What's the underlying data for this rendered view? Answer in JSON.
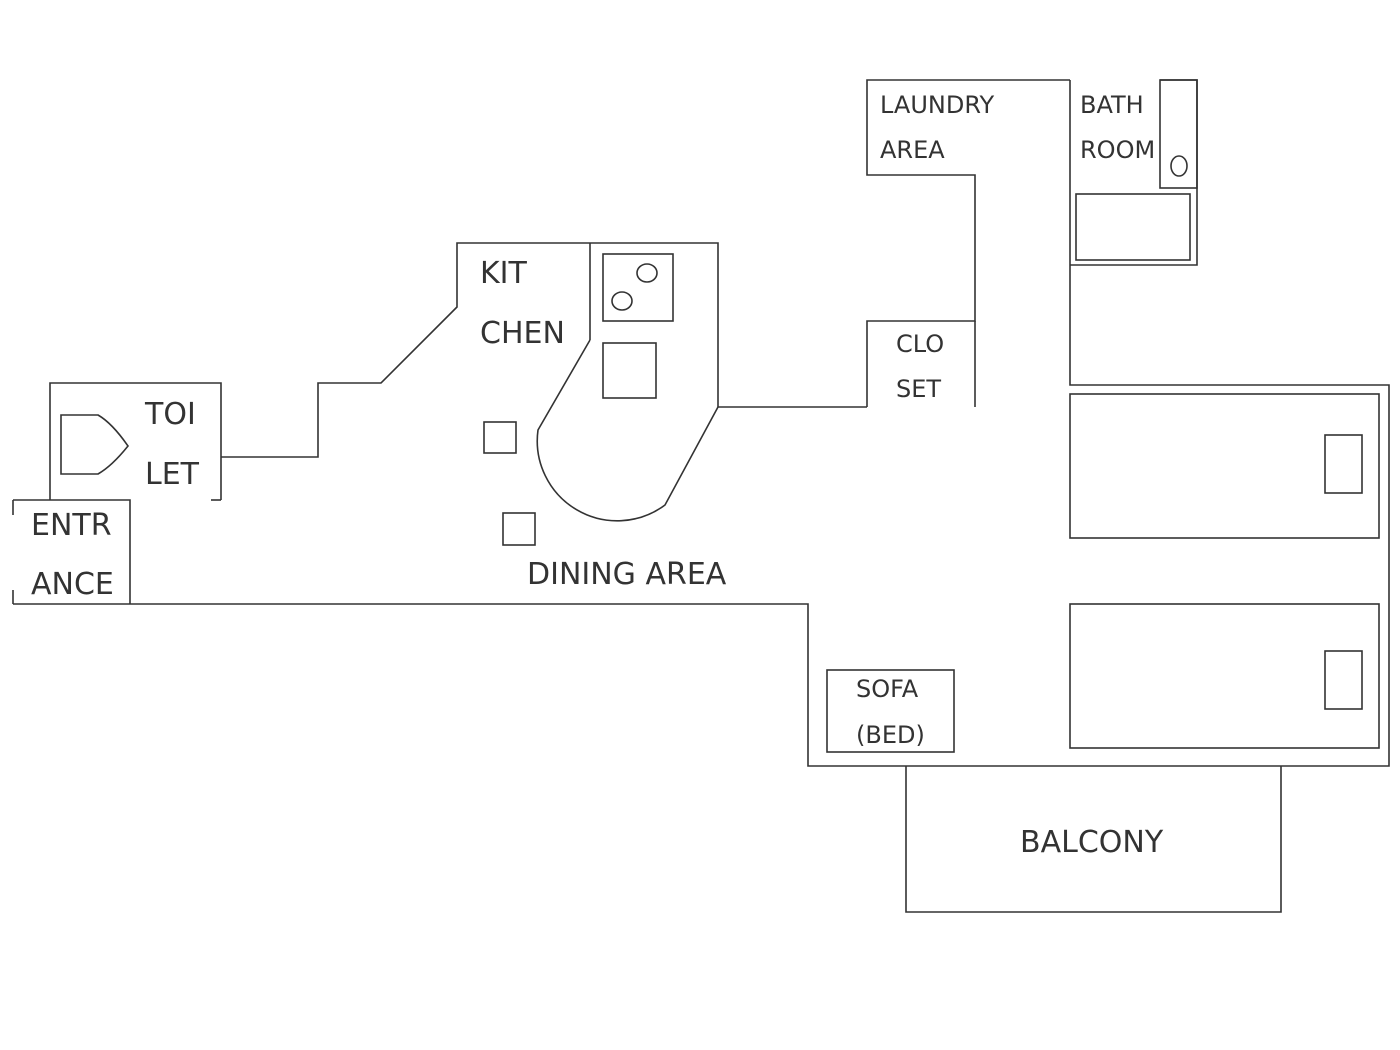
{
  "rooms": {
    "laundry": {
      "line1": "LAUNDRY",
      "line2": "AREA"
    },
    "bathroom": {
      "line1": "BATH",
      "line2": "ROOM"
    },
    "kitchen": {
      "line1": "KIT",
      "line2": "CHEN"
    },
    "toilet": {
      "line1": "TOI",
      "line2": "LET"
    },
    "closet": {
      "line1": "CLO",
      "line2": "SET"
    },
    "entrance": {
      "line1": "ENTR",
      "line2": "ANCE"
    },
    "dining": {
      "label": "DINING AREA"
    },
    "sofa": {
      "line1": "SOFA",
      "line2": "(BED)"
    },
    "balcony": {
      "label": "BALCONY"
    }
  },
  "colors": {
    "line": "#333333",
    "background": "#ffffff"
  }
}
